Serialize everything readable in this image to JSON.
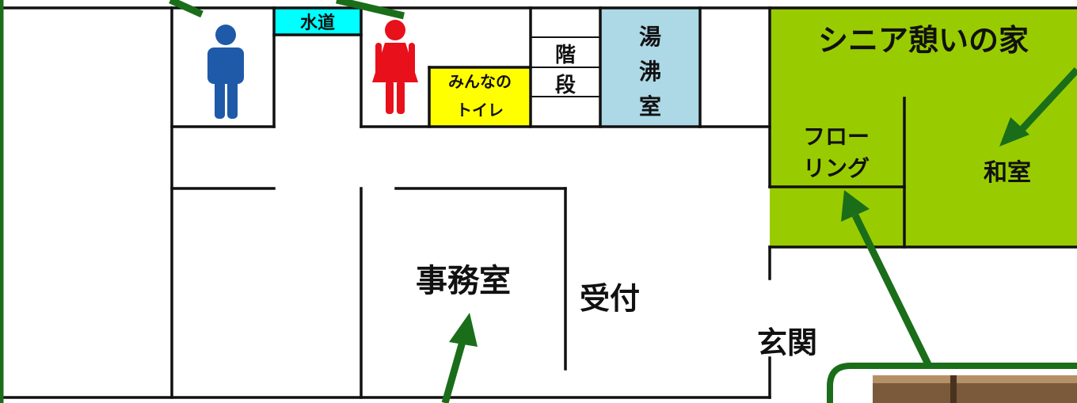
{
  "rooms": {
    "water": "水道",
    "everyone_toilet_line1": "みんなの",
    "everyone_toilet_line2": "トイレ",
    "stairs_line1": "階",
    "stairs_line2": "段",
    "boiler_line1": "湯",
    "boiler_line2": "沸",
    "boiler_line3": "室",
    "senior_house": "シニア憩いの家",
    "flooring_line1": "フロー",
    "flooring_line2": "リング",
    "washitsu": "和室",
    "office": "事務室",
    "reception": "受付",
    "entrance": "玄関"
  },
  "icons": {
    "male": "male-restroom-icon",
    "female": "female-restroom-icon"
  },
  "colors": {
    "wall": "#111111",
    "senior_area": "#99cc00",
    "water": "#00ffff",
    "everyone_toilet": "#ffff00",
    "boiler_room": "#add8e6",
    "male_icon": "#1e5aa8",
    "female_icon": "#e8101a",
    "arrow": "#1a6e1a"
  }
}
